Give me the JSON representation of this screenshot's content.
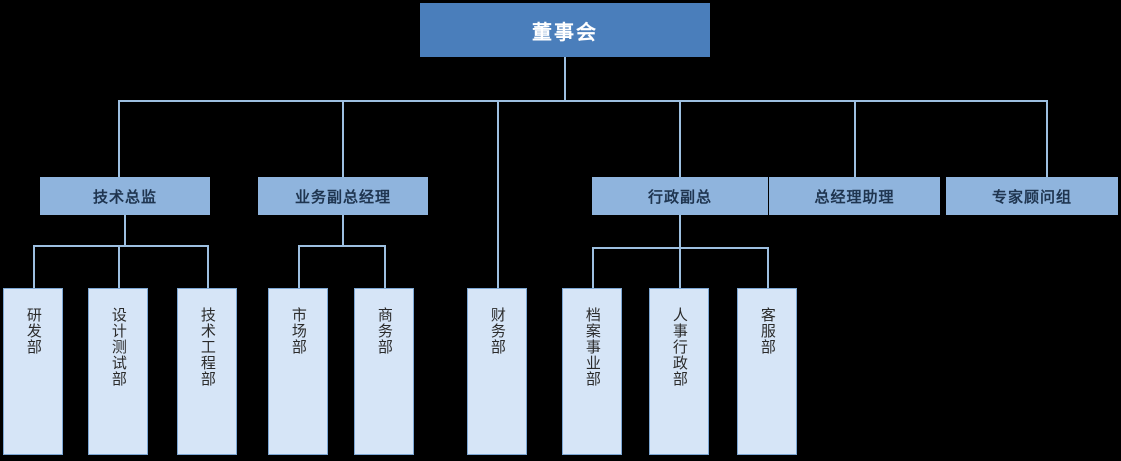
{
  "chart_type": "org-chart",
  "colors": {
    "background": "#000000",
    "root_box": "#4a7ebb",
    "root_text": "#ffffff",
    "mid_box": "#8fb4dd",
    "mid_text": "#1f3550",
    "leaf_box": "#d6e5f7",
    "leaf_border": "#7da7d4",
    "leaf_text": "#2b2b2b",
    "connector": "#9dbfe0"
  },
  "root": {
    "label": "董事会"
  },
  "level2": [
    {
      "label": "技术总监"
    },
    {
      "label": "业务副总经理"
    },
    {
      "label": "行政副总"
    },
    {
      "label": "总经理助理"
    },
    {
      "label": "专家顾问组"
    }
  ],
  "level3": [
    {
      "label": "研发部",
      "parent": "技术总监"
    },
    {
      "label": "设计测试部",
      "parent": "技术总监"
    },
    {
      "label": "技术工程部",
      "parent": "技术总监"
    },
    {
      "label": "市场部",
      "parent": "业务副总经理"
    },
    {
      "label": "商务部",
      "parent": "业务副总经理"
    },
    {
      "label": "财务部",
      "parent": "董事会"
    },
    {
      "label": "档案事业部",
      "parent": "行政副总"
    },
    {
      "label": "人事行政部",
      "parent": "行政副总"
    },
    {
      "label": "客服部",
      "parent": "行政副总"
    }
  ]
}
